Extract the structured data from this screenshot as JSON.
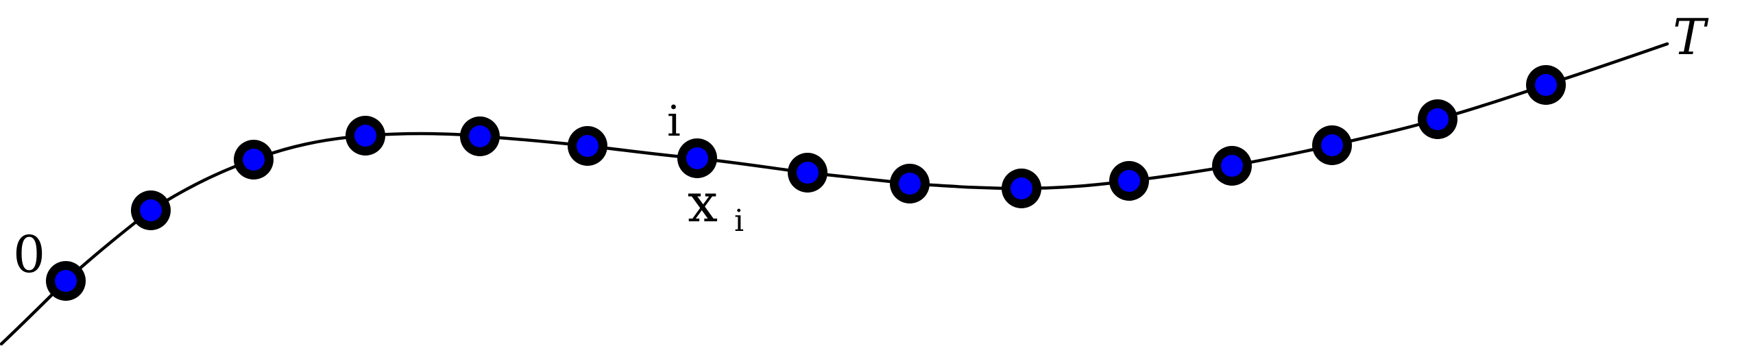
{
  "diagram": {
    "start_label": "0",
    "end_label": "T",
    "index_label": "i",
    "node_label": "x",
    "node_label_subscript": "i",
    "node_count": 15,
    "highlighted_node_index": 6,
    "colors": {
      "curve": "#000000",
      "node_outline": "#000000",
      "node_fill": "#0000ff",
      "text": "#000000"
    }
  }
}
